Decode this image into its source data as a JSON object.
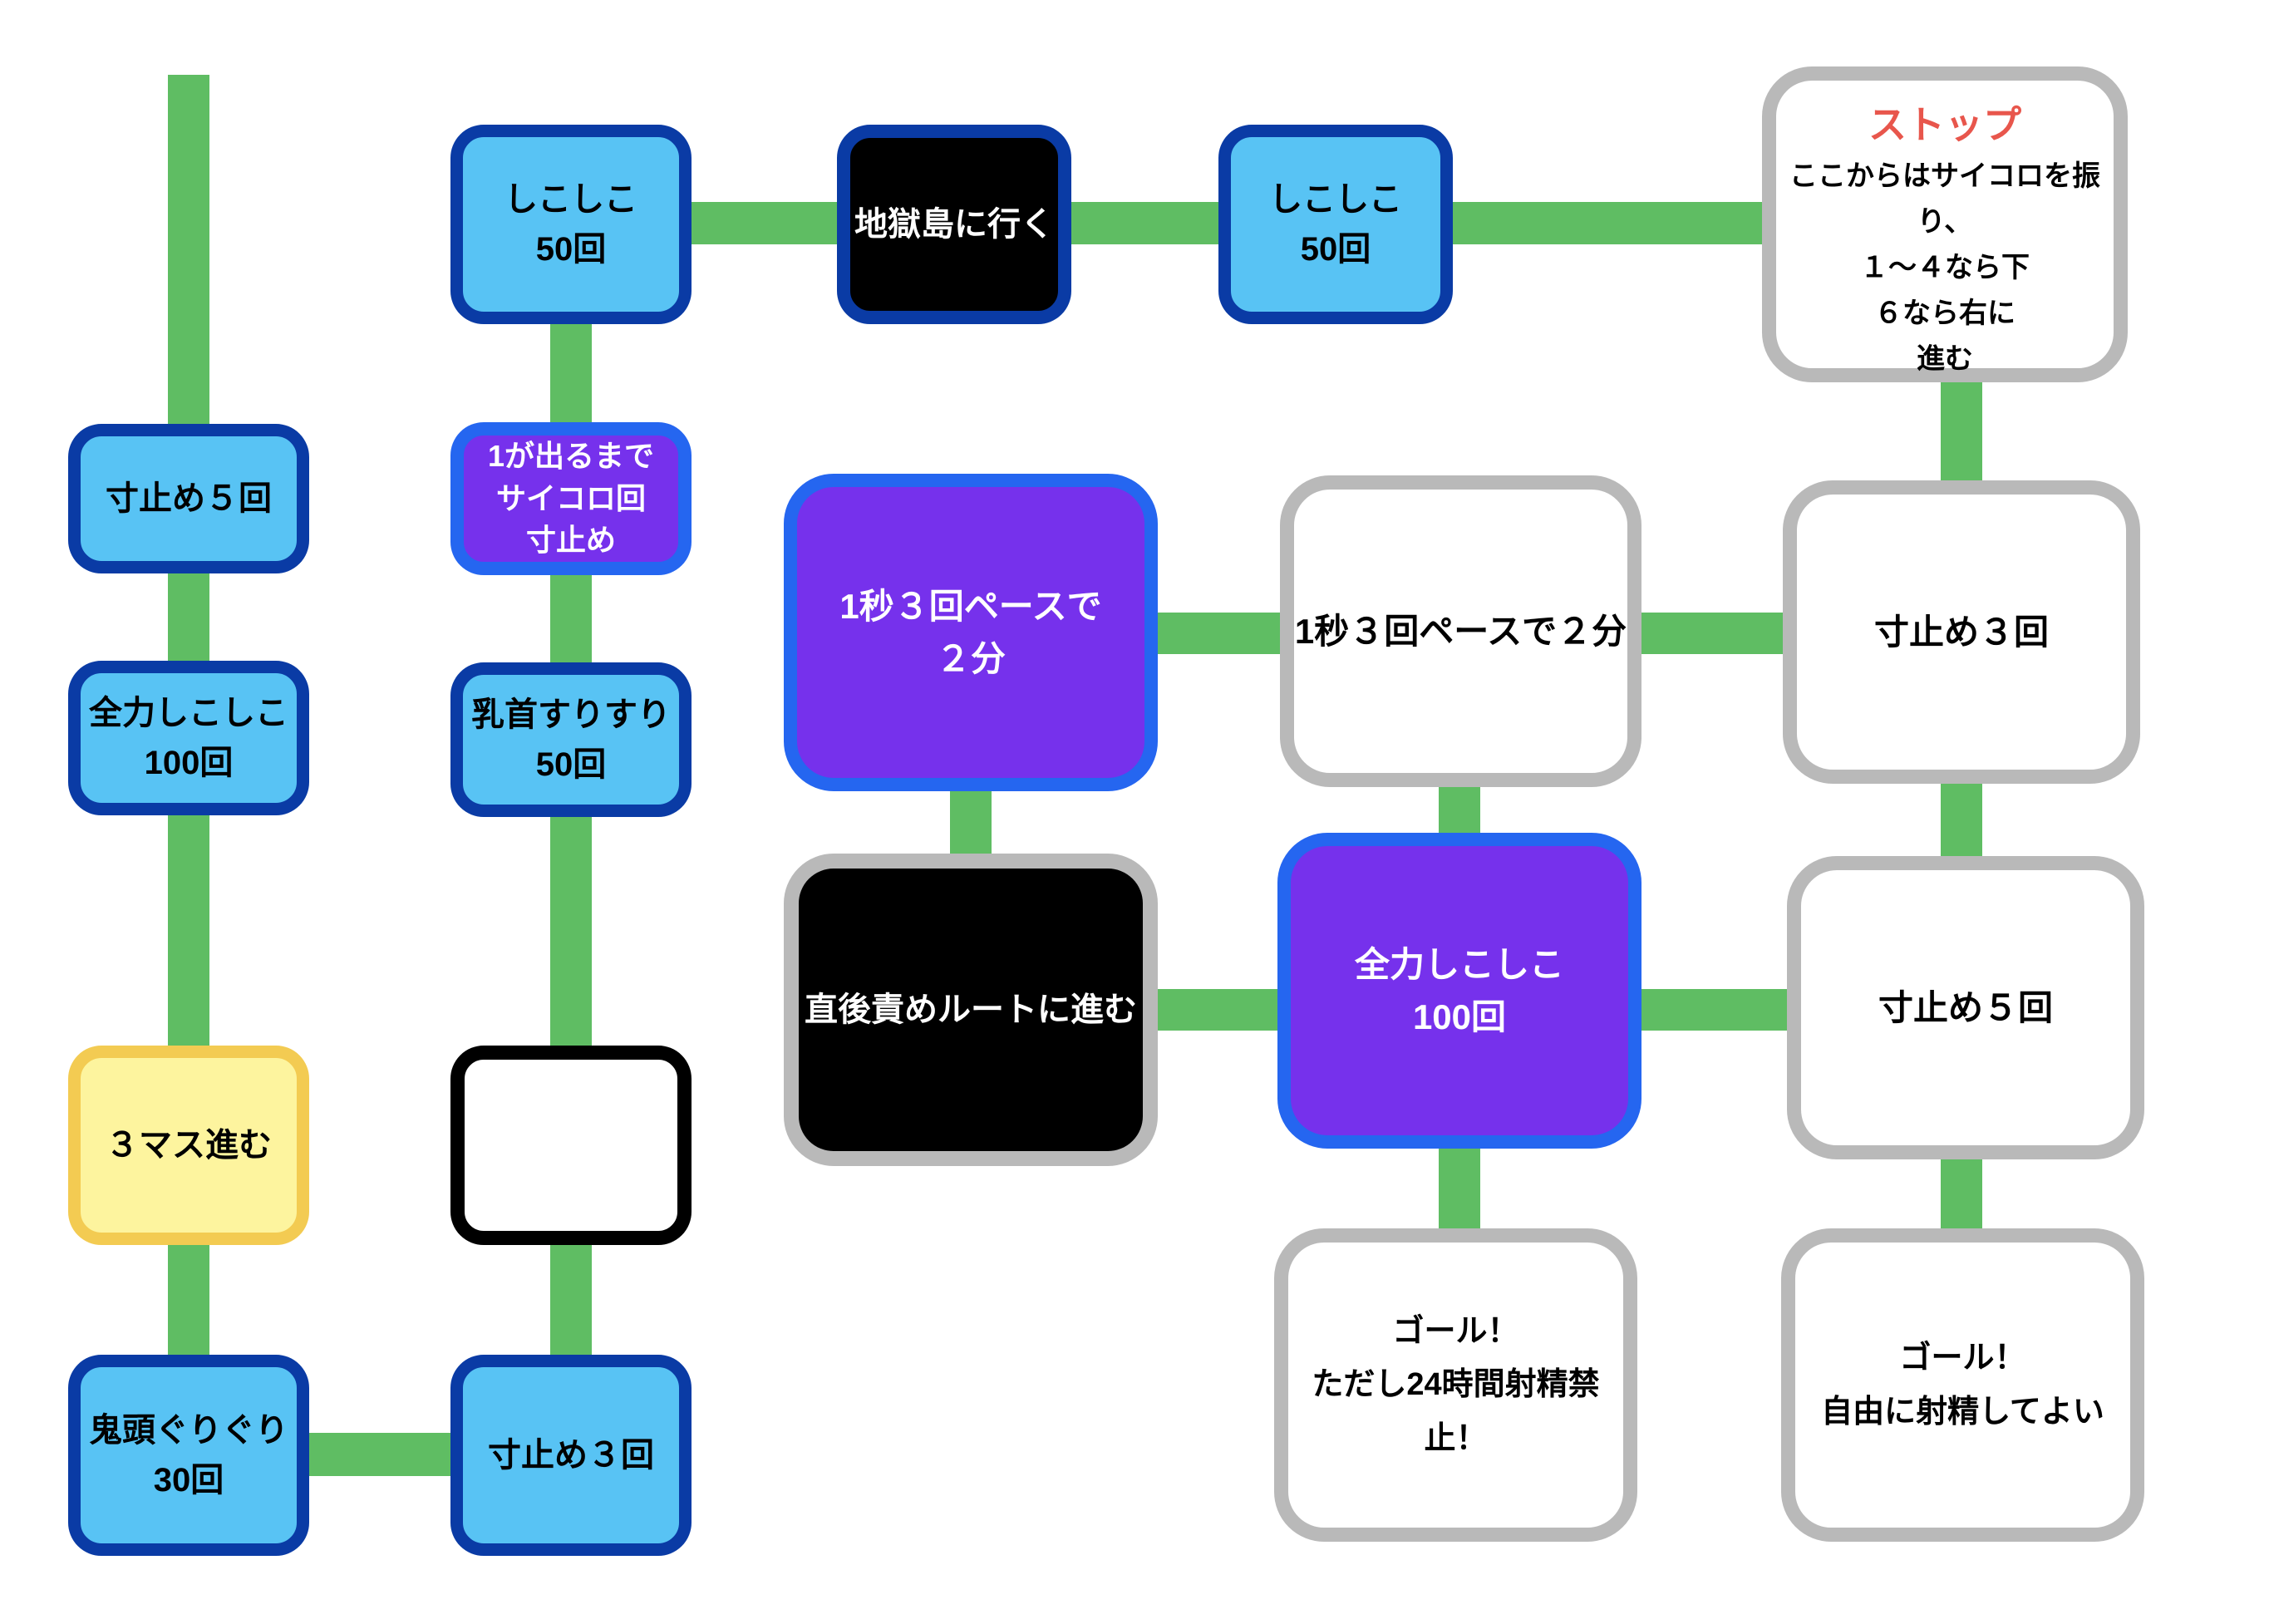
{
  "colors": {
    "green": "#5fbd63",
    "blue_fill": "#58c3f4",
    "blue_border": "#0a3ba5",
    "purple_fill": "#7631ec",
    "purple_border": "#2566f0",
    "gray_border": "#b9b9b9",
    "yellow_fill": "#fdf49e",
    "yellow_border": "#f3cb52",
    "red": "#e8564c",
    "black": "#000000",
    "white": "#ffffff"
  },
  "nodes": {
    "shikoshiko_top": "しこしこ\n50回",
    "jigoku": "地獄島に行く",
    "shikoshiko_top2": "しこしこ\n50回",
    "stop_title": "ストップ",
    "stop_body": "ここからはサイコロを振り、\n１〜４なら下\n６なら右に\n進む",
    "sundome5_left": "寸止め５回",
    "dice_until_1": "1が出るまで\nサイコロ回\n寸止め",
    "pace_purple": "1秒３回ペースで\n２分",
    "pace_white": "1秒３回ペースで２分",
    "sundome3_right": "寸止め３回",
    "zenryoku_left": "全力しこしこ\n100回",
    "chikubi": "乳首すりすり\n50回",
    "chokugo": "直後責めルートに進む",
    "zenryoku_purple": "全力しこしこ\n100回",
    "sundome5_right": "寸止め５回",
    "sanmasu": "３マス進む",
    "blank": "",
    "goal_ban": "ゴール！\nただし24時間射精禁止！",
    "goal_free": "ゴール！\n自由に射精してよい",
    "kito": "鬼頭ぐりぐり\n30回",
    "sundome3_bottom": "寸止め３回"
  }
}
